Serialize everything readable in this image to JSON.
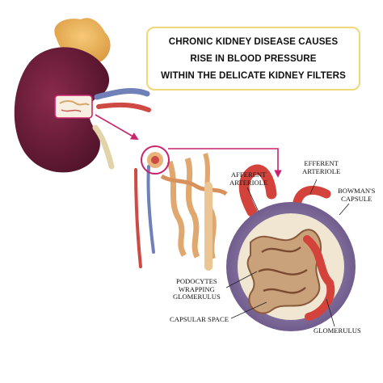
{
  "caption": {
    "lines": [
      "CHRONIC KIDNEY DISEASE CAUSES",
      "RISE IN BLOOD PRESSURE",
      "WITHIN THE DELICATE KIDNEY FILTERS"
    ]
  },
  "labels": {
    "afferent_arteriole": [
      "AFFERENT",
      "ARTERIOLE"
    ],
    "efferent_arteriole": [
      "EFFERENT",
      "ARTERIOLE"
    ],
    "bowmans_capsule": [
      "BOWMAN'S",
      "CAPSULE"
    ],
    "podocytes": [
      "PODOCYTES",
      "WRAPPING",
      "GLOMERULUS"
    ],
    "capsular_space": [
      "CAPSULAR SPACE"
    ],
    "glomerulus": [
      "GLOMERULUS"
    ]
  },
  "colors": {
    "kidney": "#6e1f3c",
    "adrenal": "#e8b055",
    "capillary": "#d9473e",
    "capsule": "#7e6a9c",
    "arrow": "#c8246e",
    "caption_border": "#f0d878"
  }
}
